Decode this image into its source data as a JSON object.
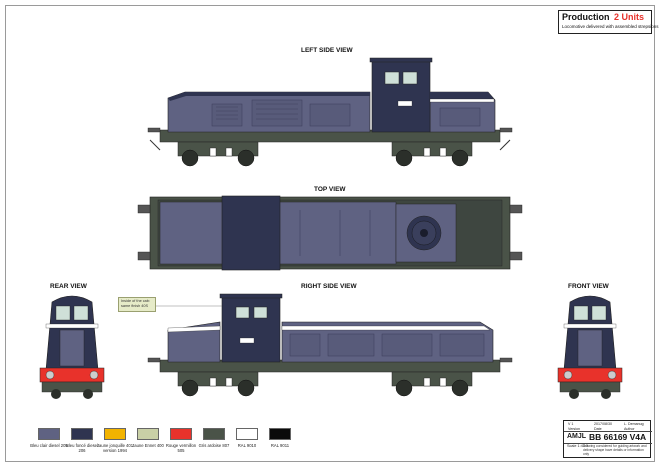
{
  "header": {
    "production_label": "Production",
    "units_label": "2 Units",
    "delivery_note": "Locomotive delivered with assembled strepsions"
  },
  "views": {
    "left_side": "LEFT SIDE VIEW",
    "top": "TOP VIEW",
    "right_side": "RIGHT SIDE VIEW",
    "rear": "REAR VIEW",
    "front": "FRONT VIEW"
  },
  "callout_text": "Inside of the cab: same finish 40S",
  "palette": [
    {
      "name": "Bleu clair diesel 205",
      "color": "#5f6282"
    },
    {
      "name": "Bleu foncé diesel 206",
      "color": "#2f3450"
    },
    {
      "name": "Jaune jonquille 401 version 1994",
      "color": "#f2b300"
    },
    {
      "name": "Jaune Ennet 400",
      "color": "#c9d0a6"
    },
    {
      "name": "Rouge vermillon 505",
      "color": "#e8322b"
    },
    {
      "name": "Gris ardoise 807",
      "color": "#4a5348"
    },
    {
      "name": "RAL 9010",
      "color": "#ffffff"
    },
    {
      "name": "RAL 9011",
      "color": "#0b0b0b"
    }
  ],
  "title_block": {
    "revision": "V 1",
    "date": "2017/08/30",
    "author": "L. Demanug",
    "revision_label": "Version",
    "date_label": "Date",
    "author_label": "Author",
    "brand": "AMJL",
    "model": "BB 66169 V4A",
    "scale": "Scale 1:43.5",
    "note": "Drawing considered for guiding artwork and delivery shape have details or information only"
  },
  "colors": {
    "body_light": "#5f6282",
    "body_dark": "#2f3450",
    "frame": "#4a5348",
    "stripe": "#ffffff",
    "buffer_red": "#e8322b"
  }
}
